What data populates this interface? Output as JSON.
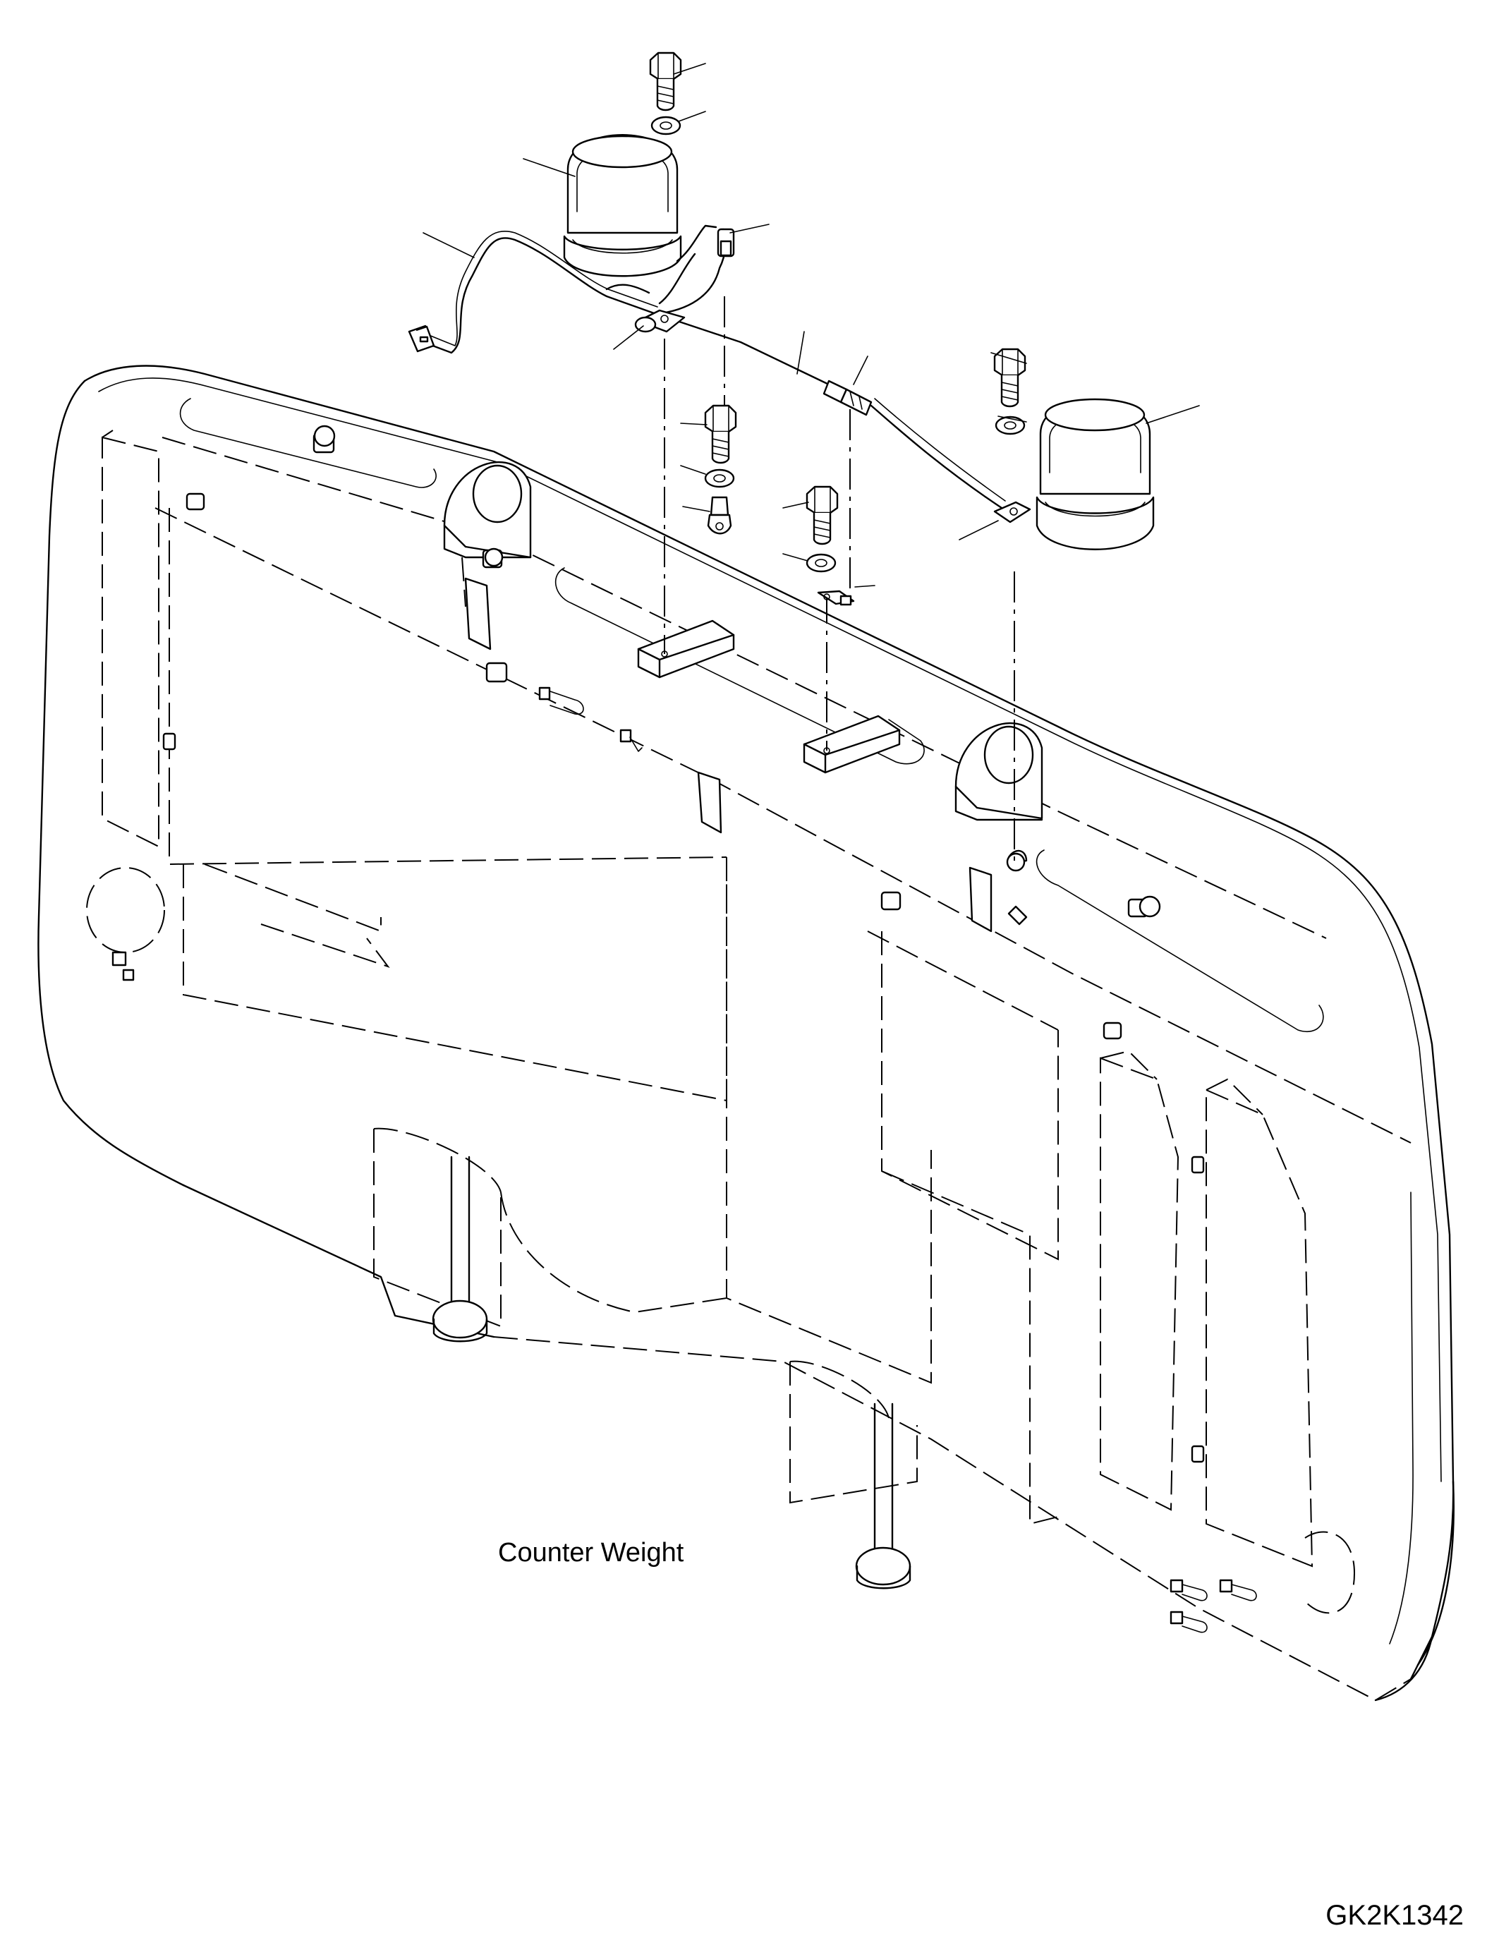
{
  "figure": {
    "part_label": "Counter Weight",
    "drawing_code": "GK2K1342"
  },
  "colors": {
    "ink": "#000000",
    "paper": "#ffffff"
  },
  "components": [
    {
      "name": "warning-beacon",
      "count": 2
    },
    {
      "name": "bolt",
      "count": 4
    },
    {
      "name": "washer",
      "count": 4
    },
    {
      "name": "wire-harness",
      "count": 1
    },
    {
      "name": "connector",
      "count": 2
    },
    {
      "name": "cable-clamp",
      "count": 2
    },
    {
      "name": "ring-terminal",
      "count": 1
    }
  ]
}
